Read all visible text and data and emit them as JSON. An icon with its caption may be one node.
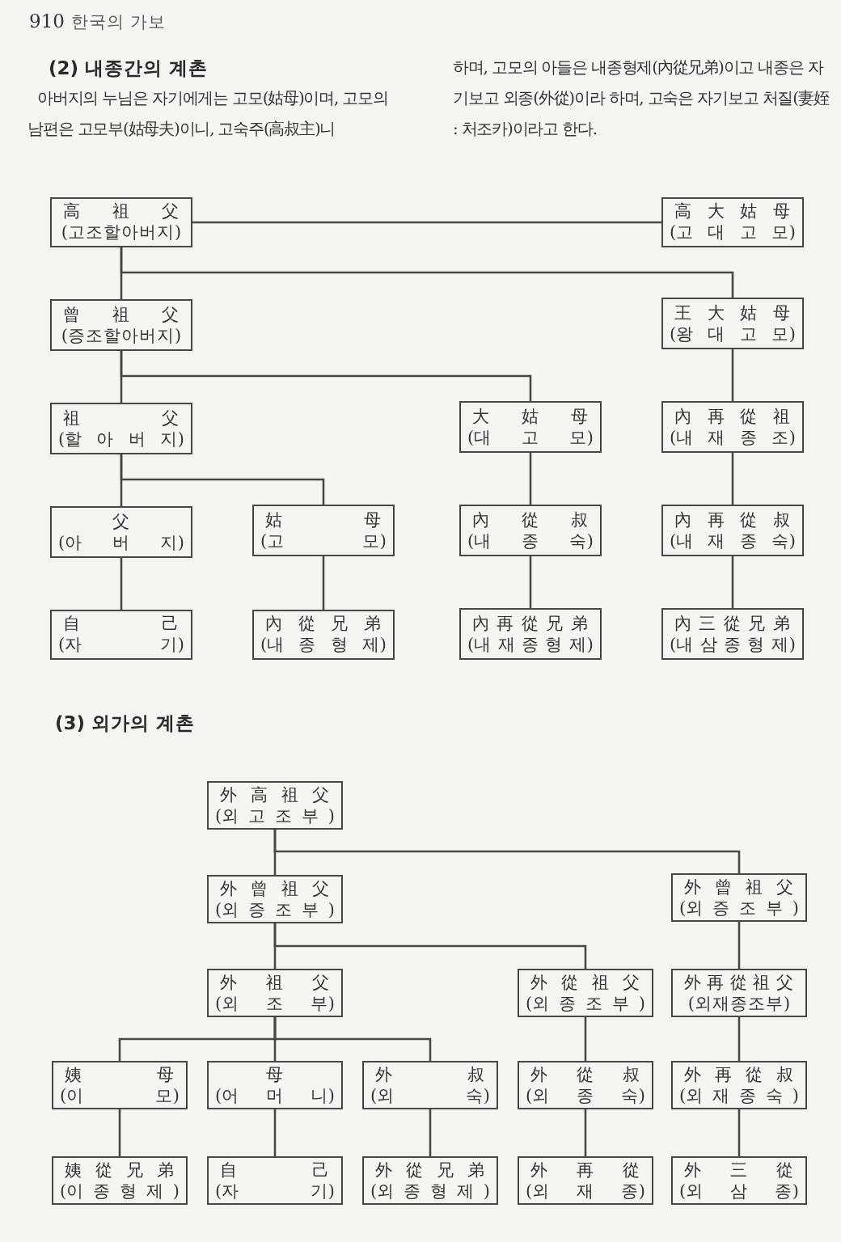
{
  "diagram": {
    "nodes": [
      {
        "text": [
          "高 祖 父",
          "(고조할아버지)"
        ]
      },
      {
        "text": [
          "高 大 姑 母",
          "(고 대 고 모)"
        ]
      },
      {
        "text": [
          "曾 祖 父",
          "(증조할아버지)"
        ]
      },
      {
        "text": [
          "王 大 姑 母",
          "(왕 대 고 모)"
        ]
      },
      {
        "text": [
          "祖 父",
          "(할 아 버 지)"
        ]
      },
      {
        "text": [
          "大 姑 母",
          "(대 고 모)"
        ]
      },
      {
        "text": [
          "內 再 從 祖",
          "(내 재 종 조)"
        ]
      },
      {
        "text": [
          "父",
          "(아 버 지)"
        ]
      },
      {
        "text": [
          "姑 母",
          "(고 모)"
        ]
      },
      {
        "text": [
          "內 從 叔",
          "(내 종 숙)"
        ]
      },
      {
        "text": [
          "內 再 從 叔",
          "(내 재 종 숙)"
        ]
      },
      {
        "text": [
          "自 己",
          "(자 기)"
        ]
      },
      {
        "text": [
          "內 從 兄 弟",
          "(내 종 형 제)"
        ]
      },
      {
        "text": [
          "內 再 從 兄 弟",
          "(내 재 종 형 제)"
        ]
      },
      {
        "text": [
          "內 三 從 兄 弟",
          "(내 삼 종 형 제)"
        ]
      },
      {
        "text": [
          "外 高 祖 父",
          "(외 고 조 부 )"
        ]
      },
      {
        "text": [
          "外 曾 祖 父",
          "(외 증 조 부 )"
        ]
      },
      {
        "text": [
          "外 曾 祖 父",
          "(외 증 조 부 )"
        ]
      },
      {
        "text": [
          "外 祖 父",
          "(외 조 부)"
        ]
      },
      {
        "text": [
          "外 從 祖 父",
          "(외 종 조 부 )"
        ]
      },
      {
        "text": [
          "外 再 從 祖 父",
          "(외재종조부)"
        ]
      },
      {
        "text": [
          "姨 母",
          "(이 모)"
        ]
      },
      {
        "text": [
          "母",
          "(어 머 니)"
        ]
      },
      {
        "text": [
          "外 叔",
          "(외 숙)"
        ]
      },
      {
        "text": [
          "外 從 叔",
          "(외 종 숙)"
        ]
      },
      {
        "text": [
          "外 再 從 叔",
          "(외 재 종 숙 )"
        ]
      },
      {
        "text": [
          "姨 從 兄 弟",
          "(이 종 형 제 )"
        ]
      },
      {
        "text": [
          "自 己",
          "(자 기)"
        ]
      },
      {
        "text": [
          "外 從 兄 弟",
          "(외 종 형 제 )"
        ]
      },
      {
        "text": [
          "外 再 從",
          "(외 재 종)"
        ]
      },
      {
        "text": [
          "外 三 從",
          "(외 삼 종)"
        ]
      }
    ],
    "edges": [
      {
        "from": 0,
        "to": 1,
        "arrow": "none"
      },
      {
        "from": 0,
        "to": 2,
        "arrow": "none"
      },
      {
        "from": 0,
        "to": 3,
        "arrow": "none"
      },
      {
        "from": 2,
        "to": 4,
        "arrow": "none"
      },
      {
        "from": 2,
        "to": 5,
        "arrow": "none"
      },
      {
        "from": 3,
        "to": 6,
        "arrow": "none"
      },
      {
        "from": 4,
        "to": 7,
        "arrow": "none"
      },
      {
        "from": 4,
        "to": 8,
        "arrow": "none"
      },
      {
        "from": 5,
        "to": 9,
        "arrow": "none"
      },
      {
        "from": 6,
        "to": 10,
        "arrow": "none"
      },
      {
        "from": 7,
        "to": 11,
        "arrow": "none"
      },
      {
        "from": 8,
        "to": 12,
        "arrow": "none"
      },
      {
        "from": 9,
        "to": 13,
        "arrow": "none"
      },
      {
        "from": 10,
        "to": 14,
        "arrow": "none"
      },
      {
        "from": 15,
        "to": 16,
        "arrow": "none"
      },
      {
        "from": 15,
        "to": 17,
        "arrow": "none"
      },
      {
        "from": 16,
        "to": 18,
        "arrow": "none"
      },
      {
        "from": 16,
        "to": 19,
        "arrow": "none"
      },
      {
        "from": 17,
        "to": 20,
        "arrow": "none"
      },
      {
        "from": 18,
        "to": 21,
        "arrow": "none"
      },
      {
        "from": 18,
        "to": 22,
        "arrow": "none"
      },
      {
        "from": 18,
        "to": 23,
        "arrow": "none"
      },
      {
        "from": 19,
        "to": 24,
        "arrow": "none"
      },
      {
        "from": 20,
        "to": 25,
        "arrow": "none"
      },
      {
        "from": 21,
        "to": 26,
        "arrow": "none"
      },
      {
        "from": 22,
        "to": 27,
        "arrow": "none"
      },
      {
        "from": 23,
        "to": 28,
        "arrow": "none"
      },
      {
        "from": 24,
        "to": 29,
        "arrow": "none"
      },
      {
        "from": 25,
        "to": 30,
        "arrow": "none"
      }
    ],
    "labels": [
      "910",
      "한국의 가보",
      "(2) 내종간의 계촌",
      "아버지의 누님은 자기에게는 고모(姑母)이며, 고모의 남편은 고모부(姑母夫)이니, 고숙주(高叔主)니",
      "하며, 고모의 아들은 내종형제(內從兄弟)이고 내종은 자기보고 외종(外從)이라 하며, 고숙은 자기보고 처질(妻姪 : 처조카)이라고 한다.",
      "(3) 외가의 계촌"
    ]
  }
}
